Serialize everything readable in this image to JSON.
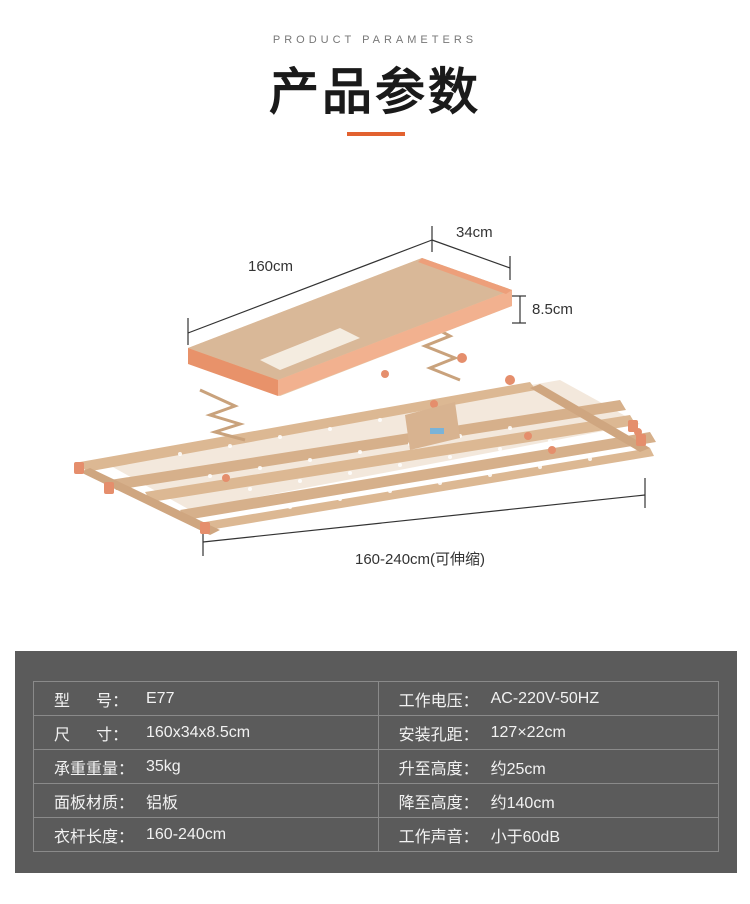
{
  "header": {
    "subtitle": "PRODUCT PARAMETERS",
    "title": "产品参数"
  },
  "colors": {
    "accent": "#e2612f",
    "panel_bg": "#5b5b5b",
    "product_frame": "#d9b898",
    "product_orange": "#e8926a"
  },
  "dimensions": {
    "length": "160cm",
    "width": "34cm",
    "height": "8.5cm",
    "extended": "160-240cm(可伸缩)"
  },
  "specs": [
    {
      "left_label": "型　  号：",
      "left_value": "E77",
      "right_label": "工作电压：",
      "right_value": "AC-220V-50HZ"
    },
    {
      "left_label": "尺　  寸：",
      "left_value": "160x34x8.5cm",
      "right_label": "安装孔距：",
      "right_value": "127×22cm"
    },
    {
      "left_label": "承重重量：",
      "left_value": "35kg",
      "right_label": "升至高度：",
      "right_value": "约25cm"
    },
    {
      "left_label": "面板材质：",
      "left_value": "铝板",
      "right_label": "降至高度：",
      "right_value": "约140cm"
    },
    {
      "left_label": "衣杆长度：",
      "left_value": "160-240cm",
      "right_label": "工作声音：",
      "right_value": "小于60dB"
    }
  ]
}
